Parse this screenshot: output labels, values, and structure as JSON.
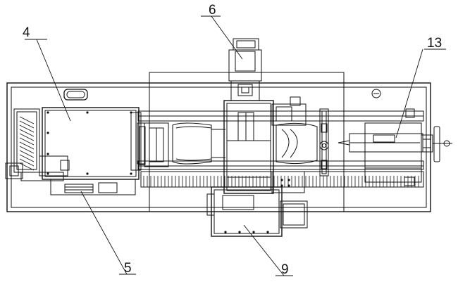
{
  "drawing": {
    "callouts": {
      "c4": "4",
      "c5": "5",
      "c6": "6",
      "c9": "9",
      "c13": "13"
    }
  },
  "colors": {
    "line": "#111111",
    "fill": "#ffffff",
    "hatch": "#333333"
  }
}
